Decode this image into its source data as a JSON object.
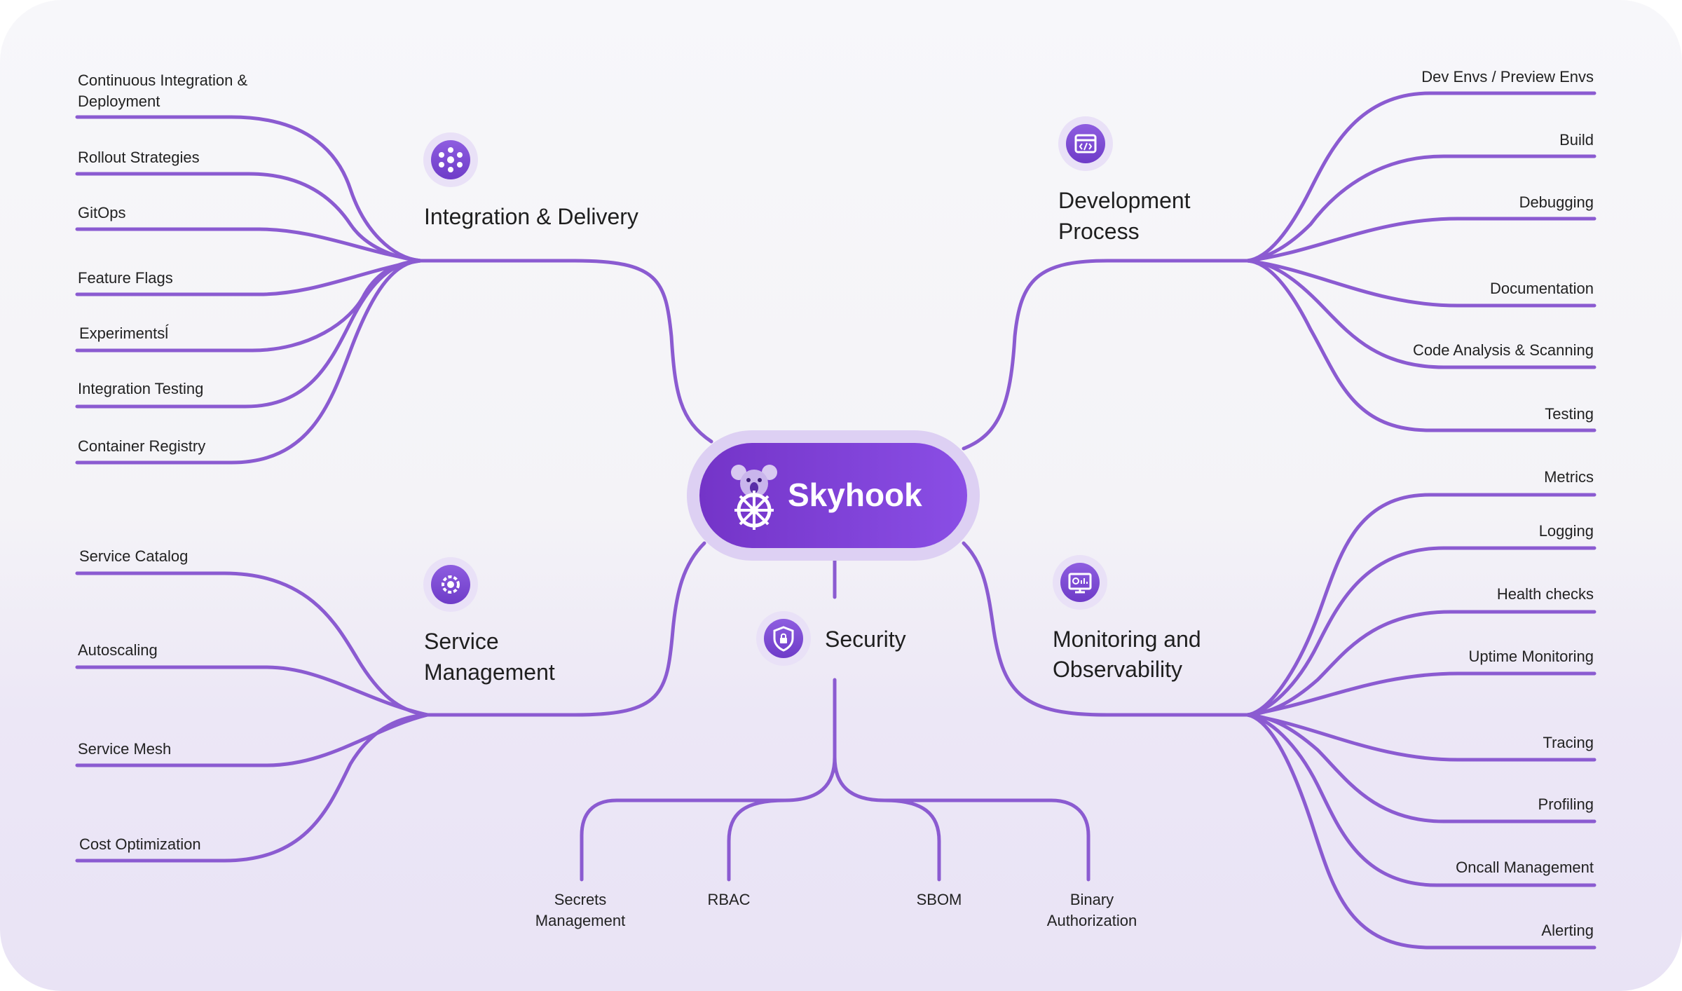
{
  "hub": {
    "title": "Skyhook",
    "logo_icon": "koala-helm-logo"
  },
  "categories": {
    "integration": {
      "label": "Integration & Delivery",
      "icon": "network-nodes-icon"
    },
    "development": {
      "label_line1": "Development",
      "label_line2": "Process",
      "icon": "code-window-icon"
    },
    "service": {
      "label_line1": "Service",
      "label_line2": "Management",
      "icon": "gear-icon"
    },
    "security": {
      "label": "Security",
      "icon": "shield-lock-icon"
    },
    "monitoring": {
      "label_line1": "Monitoring and",
      "label_line2": "Observability",
      "icon": "monitor-chart-icon"
    }
  },
  "integration_items": {
    "cicd_line1": "Continuous Integration &",
    "cicd_line2": "Deployment",
    "rollout": "Rollout Strategies",
    "gitops": "GitOps",
    "flags": "Feature Flags",
    "experiments": "Experimentsĺ",
    "integration_testing": "Integration Testing",
    "registry": "Container Registry"
  },
  "development_items": {
    "dev_envs": "Dev Envs / Preview Envs",
    "build": "Build",
    "debugging": "Debugging",
    "documentation": "Documentation",
    "code_analysis": "Code Analysis & Scanning",
    "testing": "Testing"
  },
  "service_items": {
    "catalog": "Service Catalog",
    "autoscaling": "Autoscaling",
    "mesh": "Service Mesh",
    "cost": "Cost Optimization"
  },
  "security_items": {
    "secrets_line1": "Secrets",
    "secrets_line2": "Management",
    "rbac": "RBAC",
    "sbom": "SBOM",
    "binary_line1": "Binary",
    "binary_line2": "Authorization"
  },
  "monitoring_items": {
    "metrics": "Metrics",
    "logging": "Logging",
    "health": "Health checks",
    "uptime": "Uptime Monitoring",
    "tracing": "Tracing",
    "profiling": "Profiling",
    "oncall": "Oncall Management",
    "alerting": "Alerting"
  },
  "colors": {
    "link": "#8b5bd1",
    "hub_start": "#7434c8",
    "hub_end": "#8a4ee5",
    "badge_ring": "#e9e1f7"
  }
}
